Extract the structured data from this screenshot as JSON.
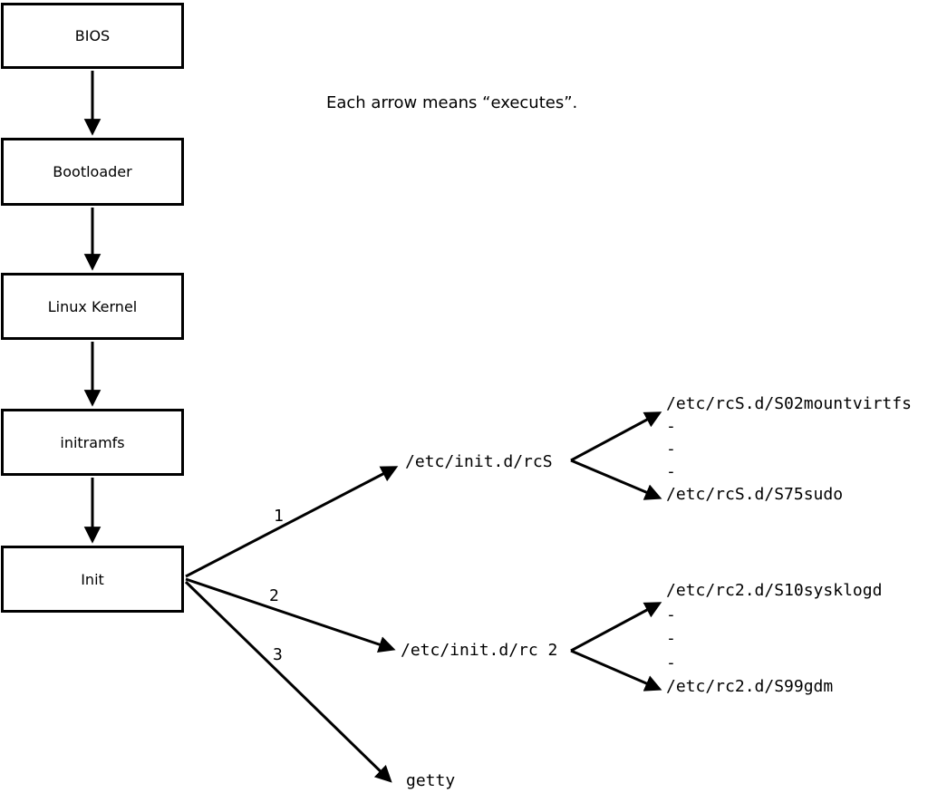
{
  "note": "Each arrow means “executes”.",
  "boxes": [
    {
      "id": "bios",
      "label": "BIOS"
    },
    {
      "id": "bootloader",
      "label": "Bootloader"
    },
    {
      "id": "kernel",
      "label": "Linux Kernel"
    },
    {
      "id": "initramfs",
      "label": "initramfs"
    },
    {
      "id": "init",
      "label": "Init"
    }
  ],
  "branch_labels": [
    "1",
    "2",
    "3"
  ],
  "targets": {
    "rcS": "/etc/init.d/rcS",
    "rc2": "/etc/init.d/rc 2",
    "getty": "getty"
  },
  "rcS_children": [
    "/etc/rcS.d/S02mountvirtfs",
    "-",
    "-",
    "-",
    "/etc/rcS.d/S75sudo"
  ],
  "rc2_children": [
    "/etc/rc2.d/S10sysklogd",
    "-",
    "-",
    "-",
    "/etc/rc2.d/S99gdm"
  ],
  "edges": [
    {
      "from": "BIOS",
      "to": "Bootloader"
    },
    {
      "from": "Bootloader",
      "to": "Linux Kernel"
    },
    {
      "from": "Linux Kernel",
      "to": "initramfs"
    },
    {
      "from": "initramfs",
      "to": "Init"
    },
    {
      "from": "Init",
      "to": "/etc/init.d/rcS",
      "label": "1"
    },
    {
      "from": "Init",
      "to": "/etc/init.d/rc 2",
      "label": "2"
    },
    {
      "from": "Init",
      "to": "getty",
      "label": "3"
    },
    {
      "from": "/etc/init.d/rcS",
      "to": "/etc/rcS.d/S02mountvirtfs"
    },
    {
      "from": "/etc/init.d/rcS",
      "to": "/etc/rcS.d/S75sudo"
    },
    {
      "from": "/etc/init.d/rc 2",
      "to": "/etc/rc2.d/S10sysklogd"
    },
    {
      "from": "/etc/init.d/rc 2",
      "to": "/etc/rc2.d/S99gdm"
    }
  ],
  "colors": {
    "line": "#000000",
    "background": "#ffffff",
    "text": "#000000"
  }
}
